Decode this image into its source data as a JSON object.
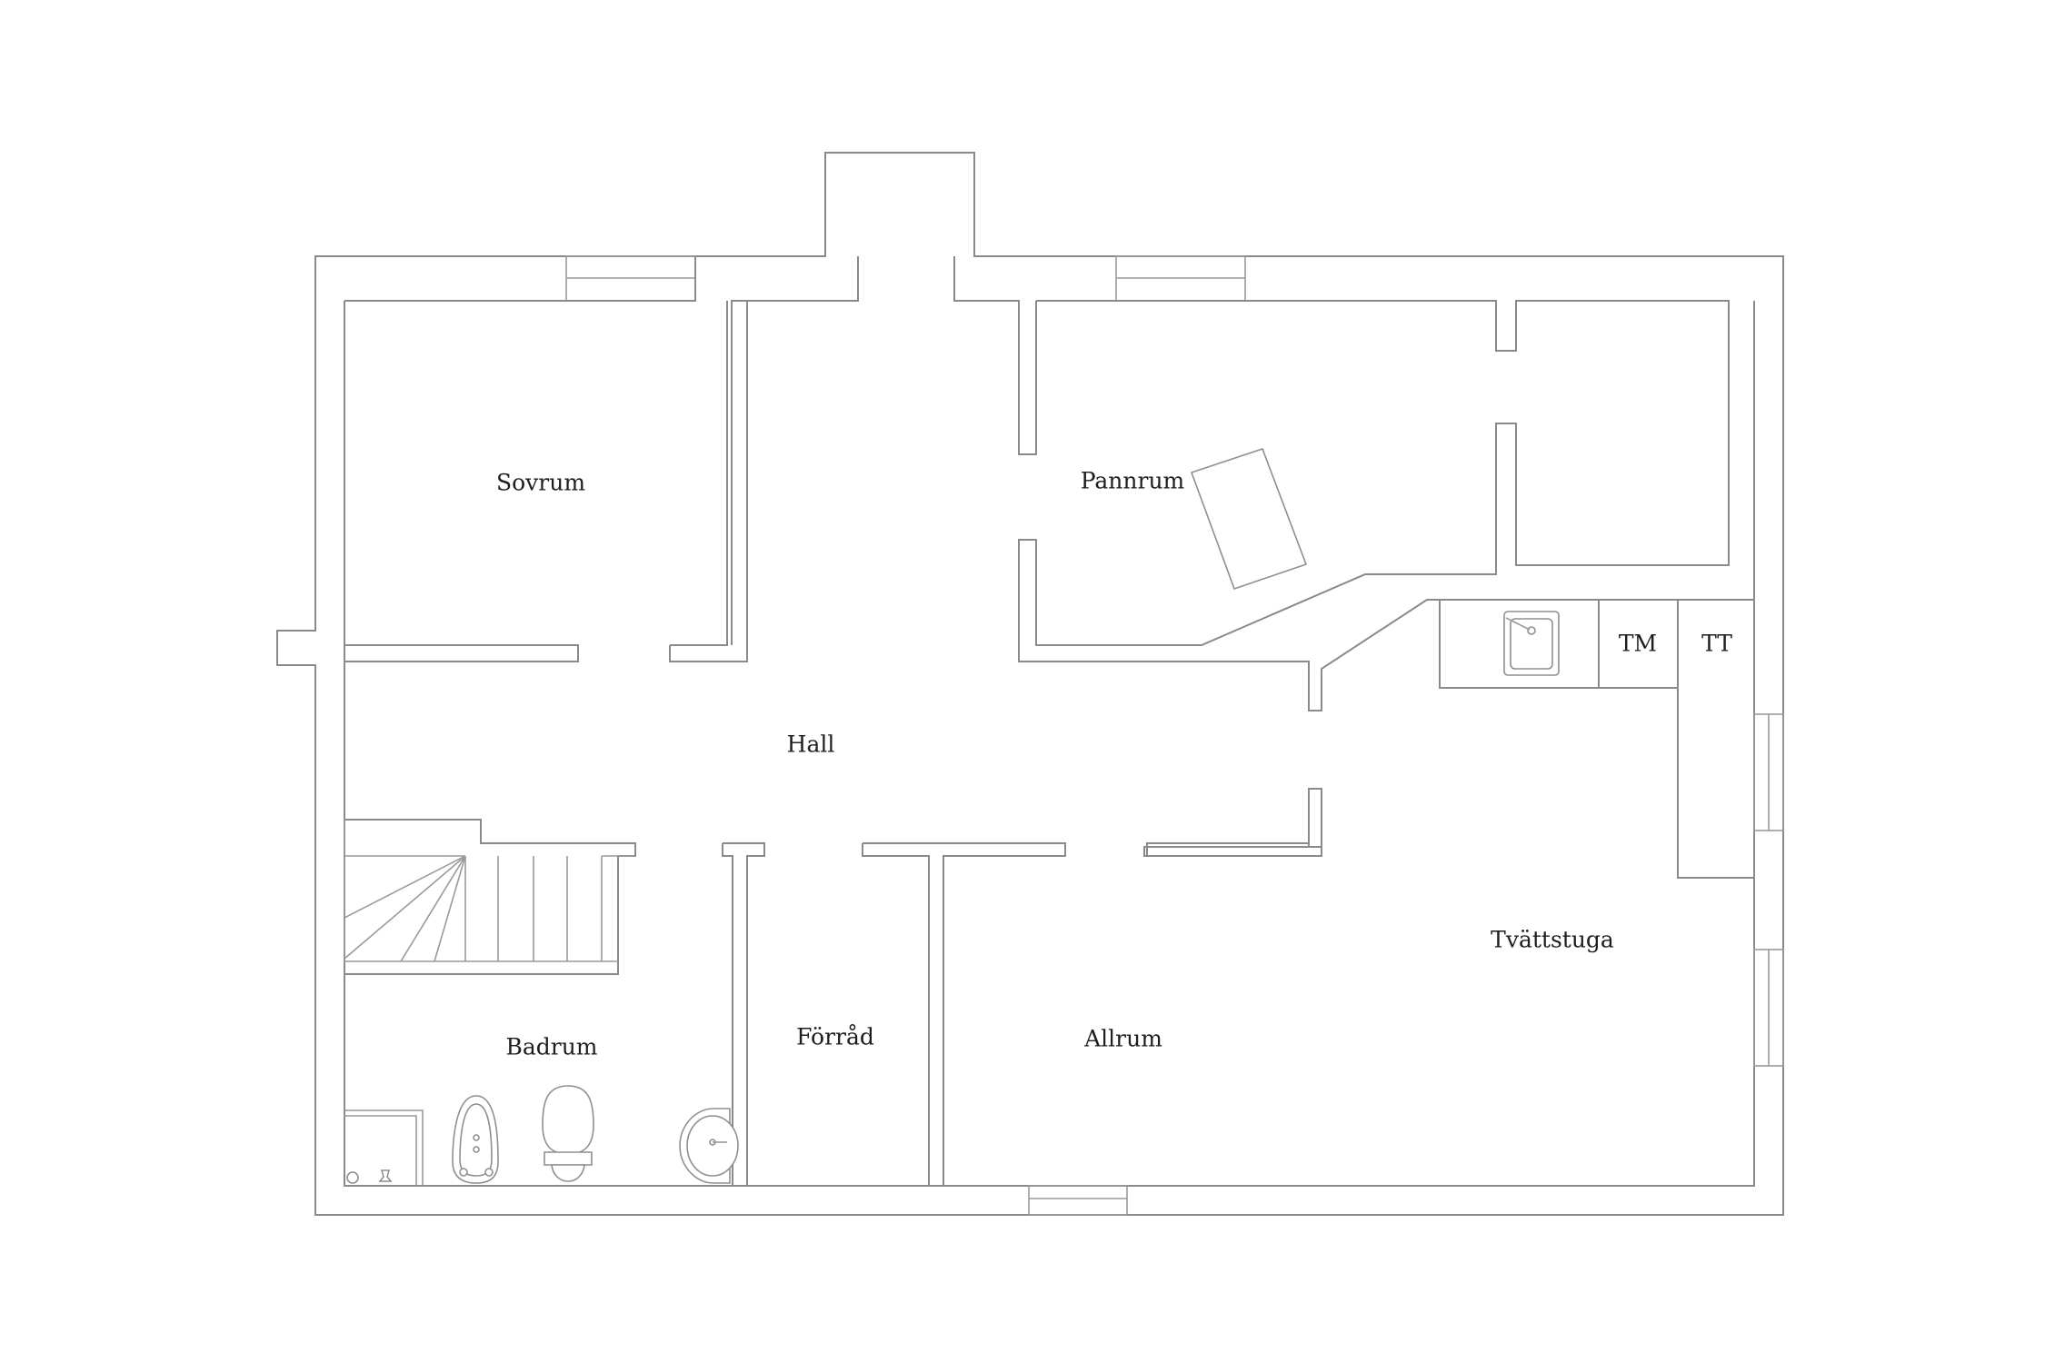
{
  "rooms": {
    "sovrum": "Sovrum",
    "pannrum": "Pannrum",
    "hall": "Hall",
    "badrum": "Badrum",
    "forrad": "Förråd",
    "allrum": "Allrum",
    "tvattstuga": "Tvättstuga"
  },
  "appliances": {
    "washing_machine": "TM",
    "tumble_dryer": "TT"
  }
}
